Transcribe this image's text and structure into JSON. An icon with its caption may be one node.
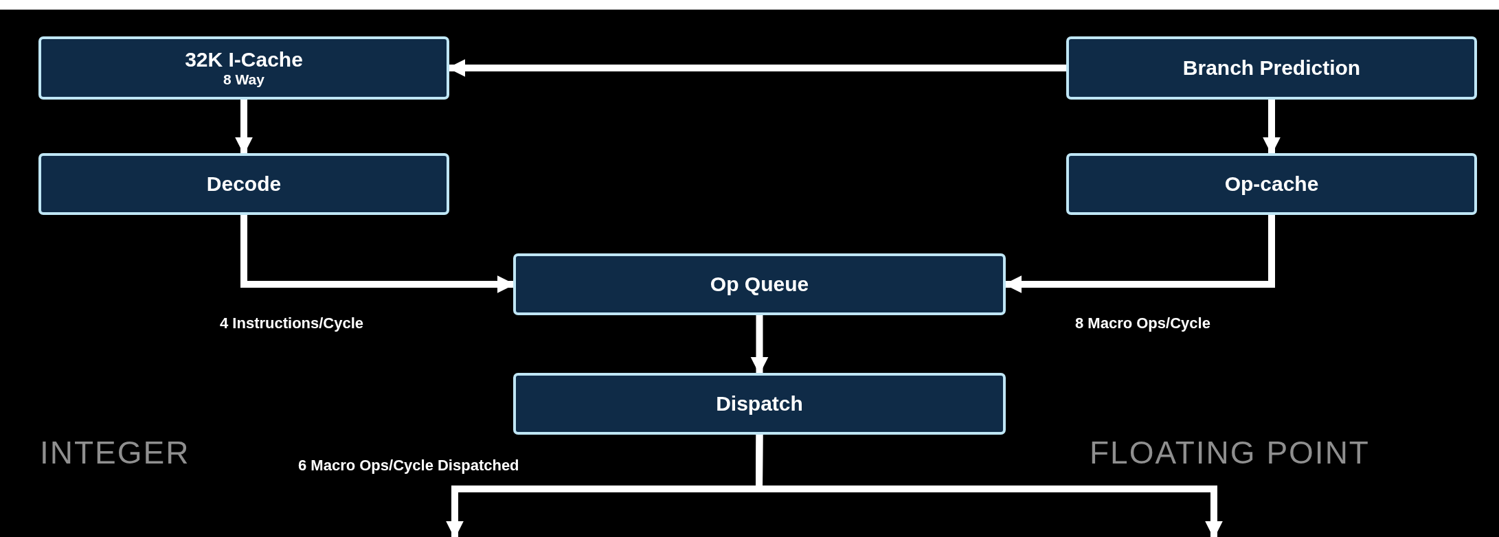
{
  "diagram": {
    "nodes": [
      {
        "text": [
          "32K I-Cache",
          "8 Way"
        ]
      },
      {
        "text": [
          "Branch Prediction"
        ]
      },
      {
        "text": [
          "Decode"
        ]
      },
      {
        "text": [
          "Op-cache"
        ]
      },
      {
        "text": [
          "Op Queue"
        ]
      },
      {
        "text": [
          "Dispatch"
        ]
      }
    ],
    "edges": [
      {
        "from": 1,
        "to": 0,
        "arrow": "to"
      },
      {
        "from": 0,
        "to": 2,
        "arrow": "to"
      },
      {
        "from": 1,
        "to": 3,
        "arrow": "to"
      },
      {
        "from": 2,
        "to": 4,
        "arrow": "to"
      },
      {
        "from": 3,
        "to": 4,
        "arrow": "to"
      },
      {
        "from": 4,
        "to": 5,
        "arrow": "to"
      },
      {
        "from": 5,
        "to": null,
        "arrow": "to"
      },
      {
        "from": 5,
        "to": null,
        "arrow": "to"
      }
    ],
    "labels": [
      "4 Instructions/Cycle",
      "8 Macro Ops/Cycle",
      "INTEGER",
      "6 Macro Ops/Cycle Dispatched",
      "FLOATING POINT"
    ]
  }
}
